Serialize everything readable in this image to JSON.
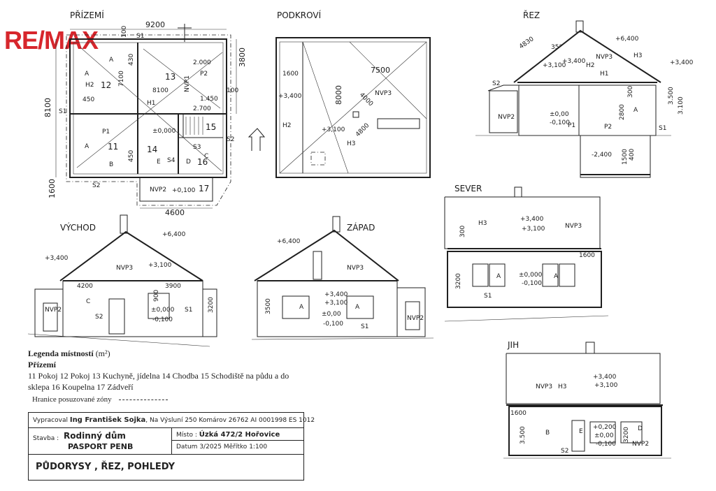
{
  "brand": {
    "logo_text": "RE/MAX",
    "color": "#d7262c"
  },
  "views": {
    "prizemi": "PŘÍZEMÍ",
    "podkrovi": "PODKROVÍ",
    "rez": "ŘEZ",
    "sever": "SEVER",
    "vychod": "VÝCHOD",
    "zapad": "ZÁPAD",
    "jih": "JIH"
  },
  "plan_prizemi": {
    "dim_top": "9200",
    "dim_left": "8100",
    "dim_bottom": "4600",
    "dim_left_low": "1600",
    "dim_right": "3800",
    "rooms": [
      "12",
      "13",
      "11",
      "14",
      "15",
      "16",
      "17"
    ],
    "labels": [
      "S1",
      "S1",
      "S2",
      "S2",
      "S3",
      "S4",
      "H2",
      "H1",
      "P1",
      "P2",
      "NVP1",
      "NVP2",
      "A",
      "A",
      "A",
      "B",
      "C",
      "E",
      "D"
    ],
    "dims_inner": [
      "7100",
      "8100",
      "2.000",
      "2.700",
      "1.450",
      "450",
      "450",
      "430",
      "100",
      "100"
    ],
    "level": "±0,000",
    "level_17": "+0,100"
  },
  "plan_podkrovi": {
    "dim_top": "7500",
    "dim_left": "1600",
    "dim_mid": "8000",
    "dims": [
      "4000",
      "4800"
    ],
    "labels": [
      "NVP3",
      "H2",
      "H3"
    ],
    "levels": [
      "+3,400",
      "+3,100"
    ]
  },
  "section_rez": {
    "dims": [
      "4830",
      "35°",
      "3.500",
      "3.100",
      "2800",
      "300",
      "1500",
      "400"
    ],
    "levels": [
      "+6,400",
      "+3,400",
      "+3,100",
      "+3,400",
      "±0,00",
      "-0,100",
      "-2,400"
    ],
    "labels": [
      "H3",
      "NVP3",
      "H2",
      "H1",
      "S2",
      "NVP2",
      "P1",
      "P2",
      "S1",
      "A"
    ]
  },
  "elev_vychod": {
    "levels": [
      "+6,400",
      "+3,400",
      "+3,100",
      "±0,000",
      "-0,100"
    ],
    "dims": [
      "4200",
      "3900",
      "3200",
      "900"
    ],
    "labels": [
      "NVP3",
      "NVP2",
      "C",
      "S2",
      "S1"
    ]
  },
  "elev_zapad": {
    "levels": [
      "+6,400",
      "+3,400",
      "+3,100",
      "±0,00",
      "-0,100"
    ],
    "dims": [
      "3500"
    ],
    "labels": [
      "NVP3",
      "A",
      "A",
      "S1",
      "NVP2"
    ]
  },
  "elev_sever": {
    "levels": [
      "+3,400",
      "+3,100",
      "±0,000",
      "-0,100"
    ],
    "dims": [
      "300",
      "3200",
      "1600"
    ],
    "labels": [
      "H3",
      "NVP3",
      "A",
      "A",
      "S1"
    ]
  },
  "elev_jih": {
    "levels": [
      "+3,400",
      "+3,100",
      "+0,200",
      "±0,00",
      "-0,100"
    ],
    "dims": [
      "1600",
      "3.500",
      "3200"
    ],
    "labels": [
      "NVP3",
      "H3",
      "B",
      "E",
      "D",
      "NVP2",
      "S2"
    ]
  },
  "legend": {
    "title": "Legenda místností",
    "unit": "(m²)",
    "floor": "Přízemí",
    "rooms_line1": "11 Pokoj   12 Pokoj   13  Kuchyně, jídelna   14 Chodba   15 Schodiště  na půdu a do",
    "rooms_line2": "sklepa  16 Koupelna   17   Zádveří",
    "zone_label": "Hranice  posuzované  zóny"
  },
  "titleblock": {
    "prepared_label": "Vypracoval",
    "prepared_name": "Ing František Sojka",
    "prepared_address": ", Na Výsluní 250  Komárov 26762   AI 0001998   ES 1012",
    "building_label": "Stavba :",
    "building_name": "Rodinný dům",
    "building_sub": "PASPORT PENB",
    "place_label": "Místo :",
    "place_value": "Úzká 472/2  Hořovice",
    "date_label": "Datum",
    "date_value": "3/2025",
    "scale_label": "Měřítko",
    "scale_value": "1:100",
    "drawing_title": "PŮDORYSY , ŘEZ, POHLEDY"
  }
}
